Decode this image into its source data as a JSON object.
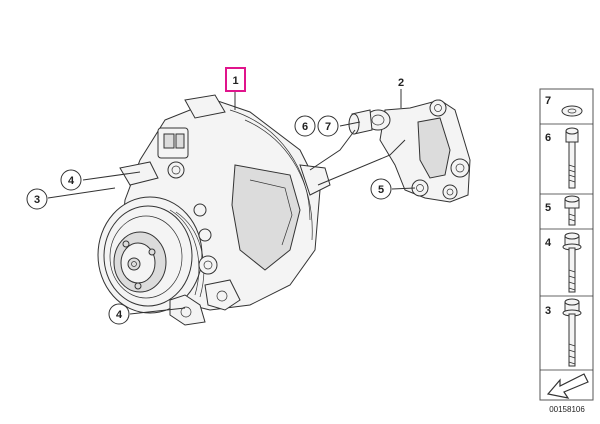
{
  "callouts": {
    "part_1": "1",
    "part_2": "2",
    "part_3": "3",
    "part_4_upper": "4",
    "part_4_lower": "4",
    "part_5": "5",
    "part_6": "6",
    "part_7": "7"
  },
  "hardware_panel": {
    "items": [
      "7",
      "6",
      "5",
      "4",
      "3"
    ]
  },
  "drawing_number": "00158106",
  "colors": {
    "highlight": "#e0148c",
    "line": "#333333"
  },
  "icons": {
    "nav_arrow": "arrow-down-left-icon"
  }
}
